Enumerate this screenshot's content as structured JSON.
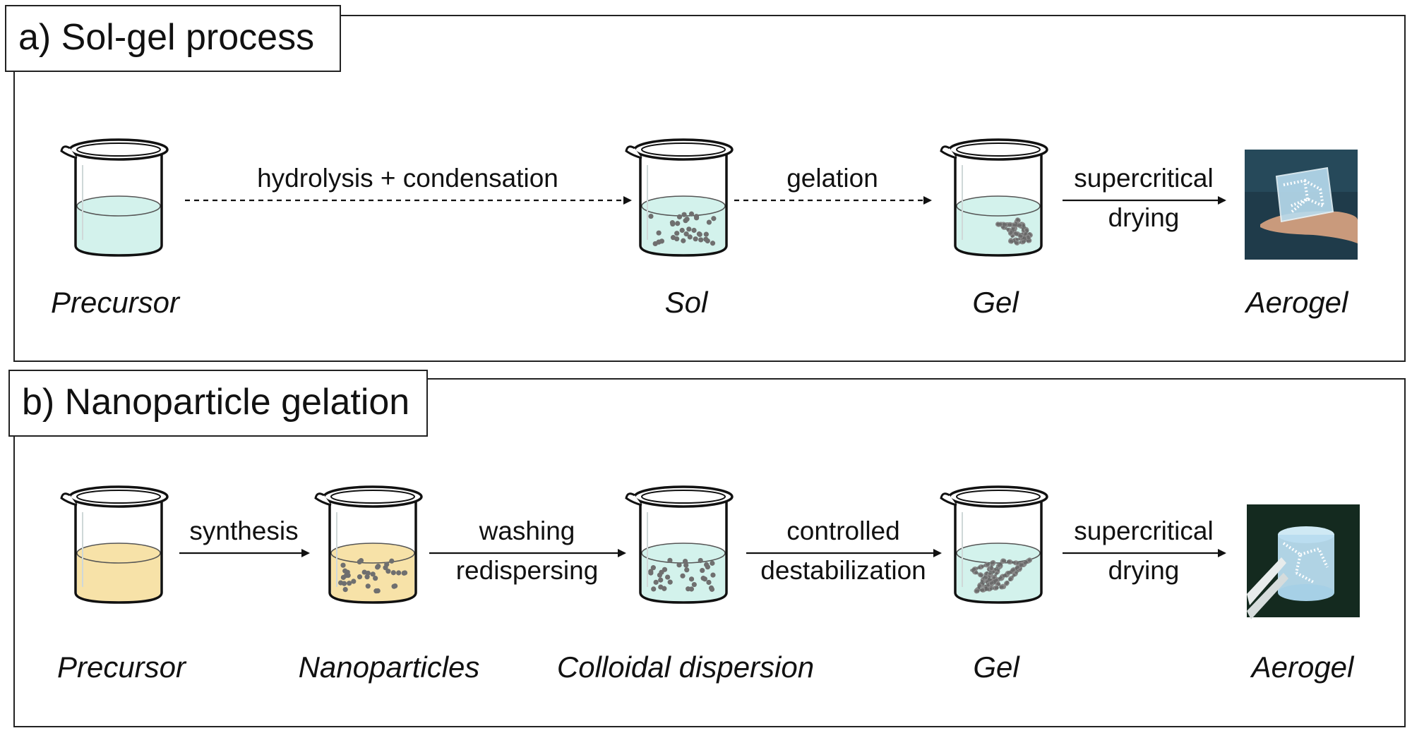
{
  "panel_a": {
    "title": "a) Sol-gel process",
    "stages": [
      "Precursor",
      "Sol",
      "Gel",
      "Aerogel"
    ],
    "arrows": [
      {
        "lines": [
          "hydrolysis + condensation"
        ],
        "style": "dashed"
      },
      {
        "lines": [
          "gelation"
        ],
        "style": "dashed"
      },
      {
        "lines": [
          "supercritical",
          "drying"
        ],
        "style": "solid"
      }
    ]
  },
  "panel_b": {
    "title": "b) Nanoparticle gelation",
    "stages": [
      "Precursor",
      "Nanoparticles",
      "Colloidal dispersion",
      "Gel",
      "Aerogel"
    ],
    "arrows": [
      {
        "lines": [
          "synthesis"
        ],
        "style": "solid"
      },
      {
        "lines": [
          "washing",
          "redispersing"
        ],
        "style": "solid"
      },
      {
        "lines": [
          "controlled",
          "destabilization"
        ],
        "style": "solid"
      },
      {
        "lines": [
          "supercritical",
          "drying"
        ],
        "style": "solid"
      }
    ]
  },
  "colors": {
    "border": "#222222",
    "liquid_teal": "#d3f2ec",
    "liquid_yellow": "#f7e2a8",
    "particle": "#6f6f6f",
    "network": "#8a8a8a",
    "photo_dark_a": "#1f3b4a",
    "photo_dark_b": "#142a1f",
    "aerogel_block": "#b8dcef"
  },
  "icons": {
    "beaker": "glass-beaker-icon",
    "aerogel_photo_a": "aerogel-on-hand-photo",
    "aerogel_photo_b": "aerogel-in-tweezers-photo"
  }
}
